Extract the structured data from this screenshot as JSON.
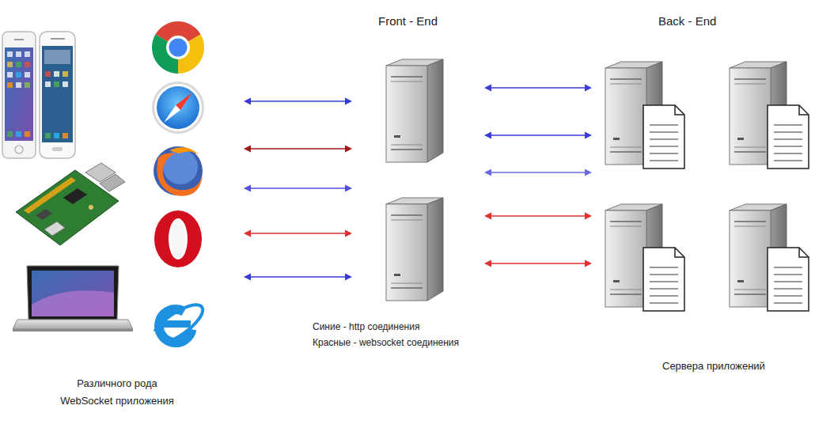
{
  "diagram": {
    "nodes": [
      {
        "text": [
          "Различного рода WebSocket приложения"
        ]
      },
      {
        "text": [
          "Front - End"
        ]
      },
      {
        "text": [
          "Back - End",
          "Сервера приложений"
        ]
      }
    ],
    "edges": [
      {
        "from": 0,
        "to": 1,
        "arrow": "both"
      },
      {
        "from": 0,
        "to": 1,
        "arrow": "both"
      },
      {
        "from": 0,
        "to": 1,
        "arrow": "both"
      },
      {
        "from": 0,
        "to": 1,
        "arrow": "both"
      },
      {
        "from": 0,
        "to": 1,
        "arrow": "both"
      },
      {
        "from": 1,
        "to": 2,
        "arrow": "both"
      },
      {
        "from": 1,
        "to": 2,
        "arrow": "both"
      },
      {
        "from": 1,
        "to": 2,
        "arrow": "both"
      },
      {
        "from": 1,
        "to": 2,
        "arrow": "both"
      },
      {
        "from": 1,
        "to": 2,
        "arrow": "both"
      }
    ],
    "legend": [
      {
        "text": "Синие - http соединения"
      },
      {
        "text": "Красные - websocket соединения"
      }
    ]
  }
}
